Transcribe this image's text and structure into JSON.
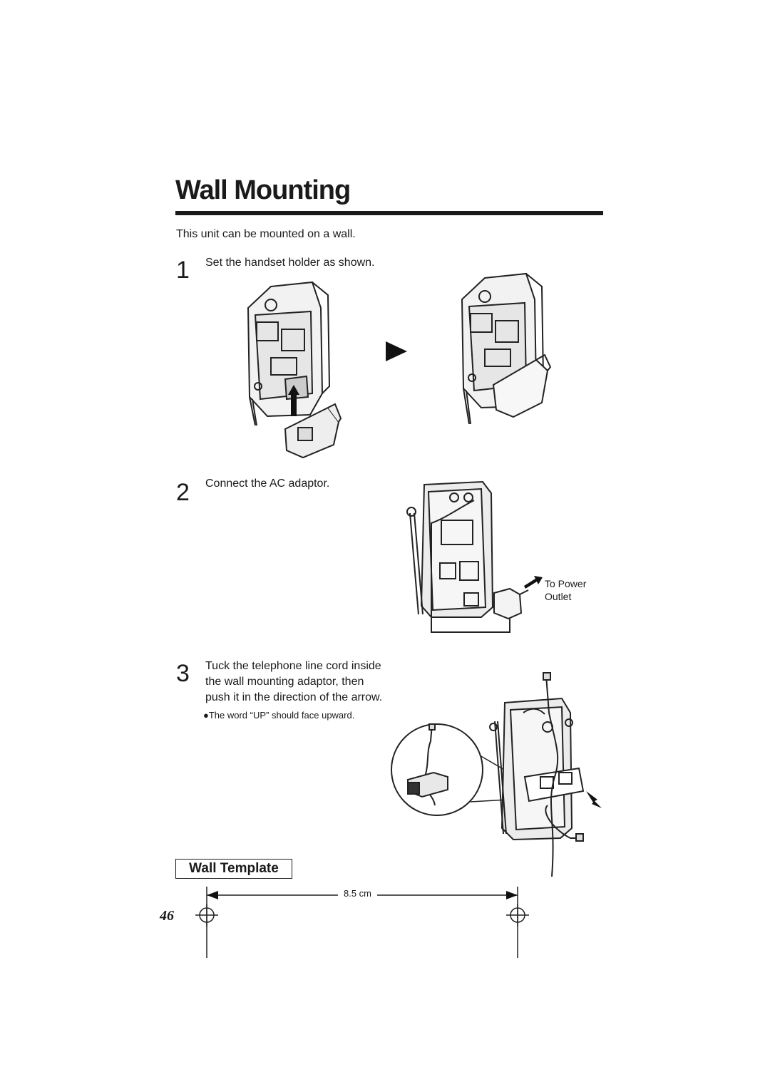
{
  "page": {
    "title": "Wall Mounting",
    "intro": "This unit can be mounted on a wall.",
    "page_number": "46"
  },
  "steps": [
    {
      "number": "1",
      "text": "Set the handset holder as shown."
    },
    {
      "number": "2",
      "text": "Connect the AC adaptor."
    },
    {
      "number": "3",
      "text_lines": [
        "Tuck the telephone line cord inside",
        "the wall mounting adaptor, then",
        "push it in the direction of the arrow."
      ],
      "note": "●The word “UP” should face upward."
    }
  ],
  "figure_labels": {
    "to_power_line1": "To Power",
    "to_power_line2": "Outlet"
  },
  "wall_template": {
    "heading": "Wall Template",
    "dimension": "8.5 cm"
  },
  "icons": [
    "right-triangle-arrow-icon",
    "up-arrow-icon",
    "crosshair-mark-icon"
  ]
}
